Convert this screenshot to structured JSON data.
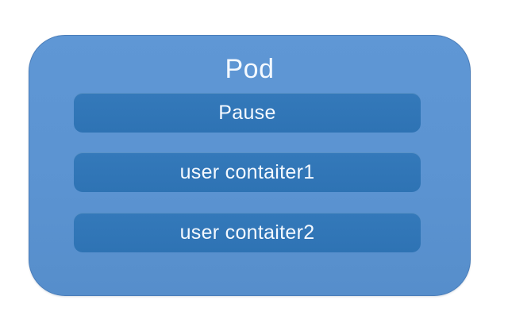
{
  "diagram": {
    "title": "Pod",
    "containers": [
      {
        "label": "Pause"
      },
      {
        "label": "user contaiter1"
      },
      {
        "label": "user contaiter2"
      }
    ]
  },
  "colors": {
    "background": "#ffffff",
    "pod_fill": "#5b93d1",
    "pod_fill_top": "#5f97d5",
    "pod_fill_bottom": "#568ecb",
    "pod_border": "#4a7db9",
    "container_fill": "#2e73b4",
    "container_fill_top": "#3479ba",
    "text": "#f4f9ff"
  }
}
